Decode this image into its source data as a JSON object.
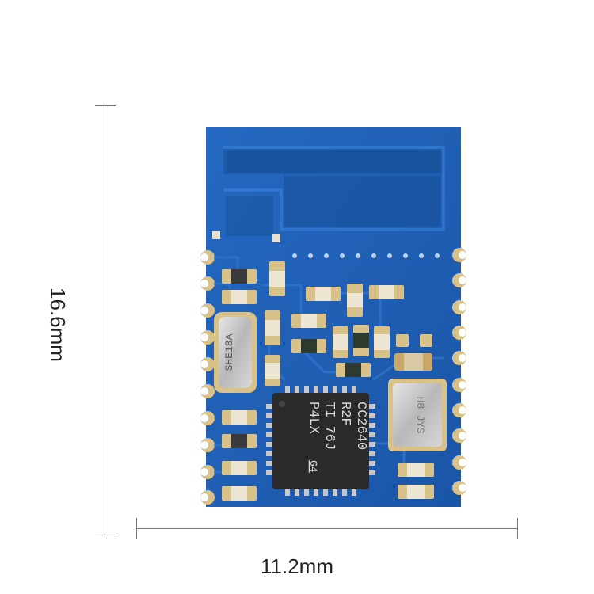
{
  "dimensions": {
    "height_label": "16.6mm",
    "width_label": "11.2mm"
  },
  "chip": {
    "line1": "CC2640",
    "line2": "R2F",
    "line3": "TI 76J",
    "line4": "P4LX",
    "mark": "G4"
  },
  "crystal_32k": {
    "marking": "SHE18A"
  },
  "crystal_main": {
    "marking": "H8 JYS"
  },
  "colors": {
    "pcb_blue": "#1e5fb4",
    "pad_gold": "#d9c28a",
    "chip_black": "#2a2a2a"
  }
}
